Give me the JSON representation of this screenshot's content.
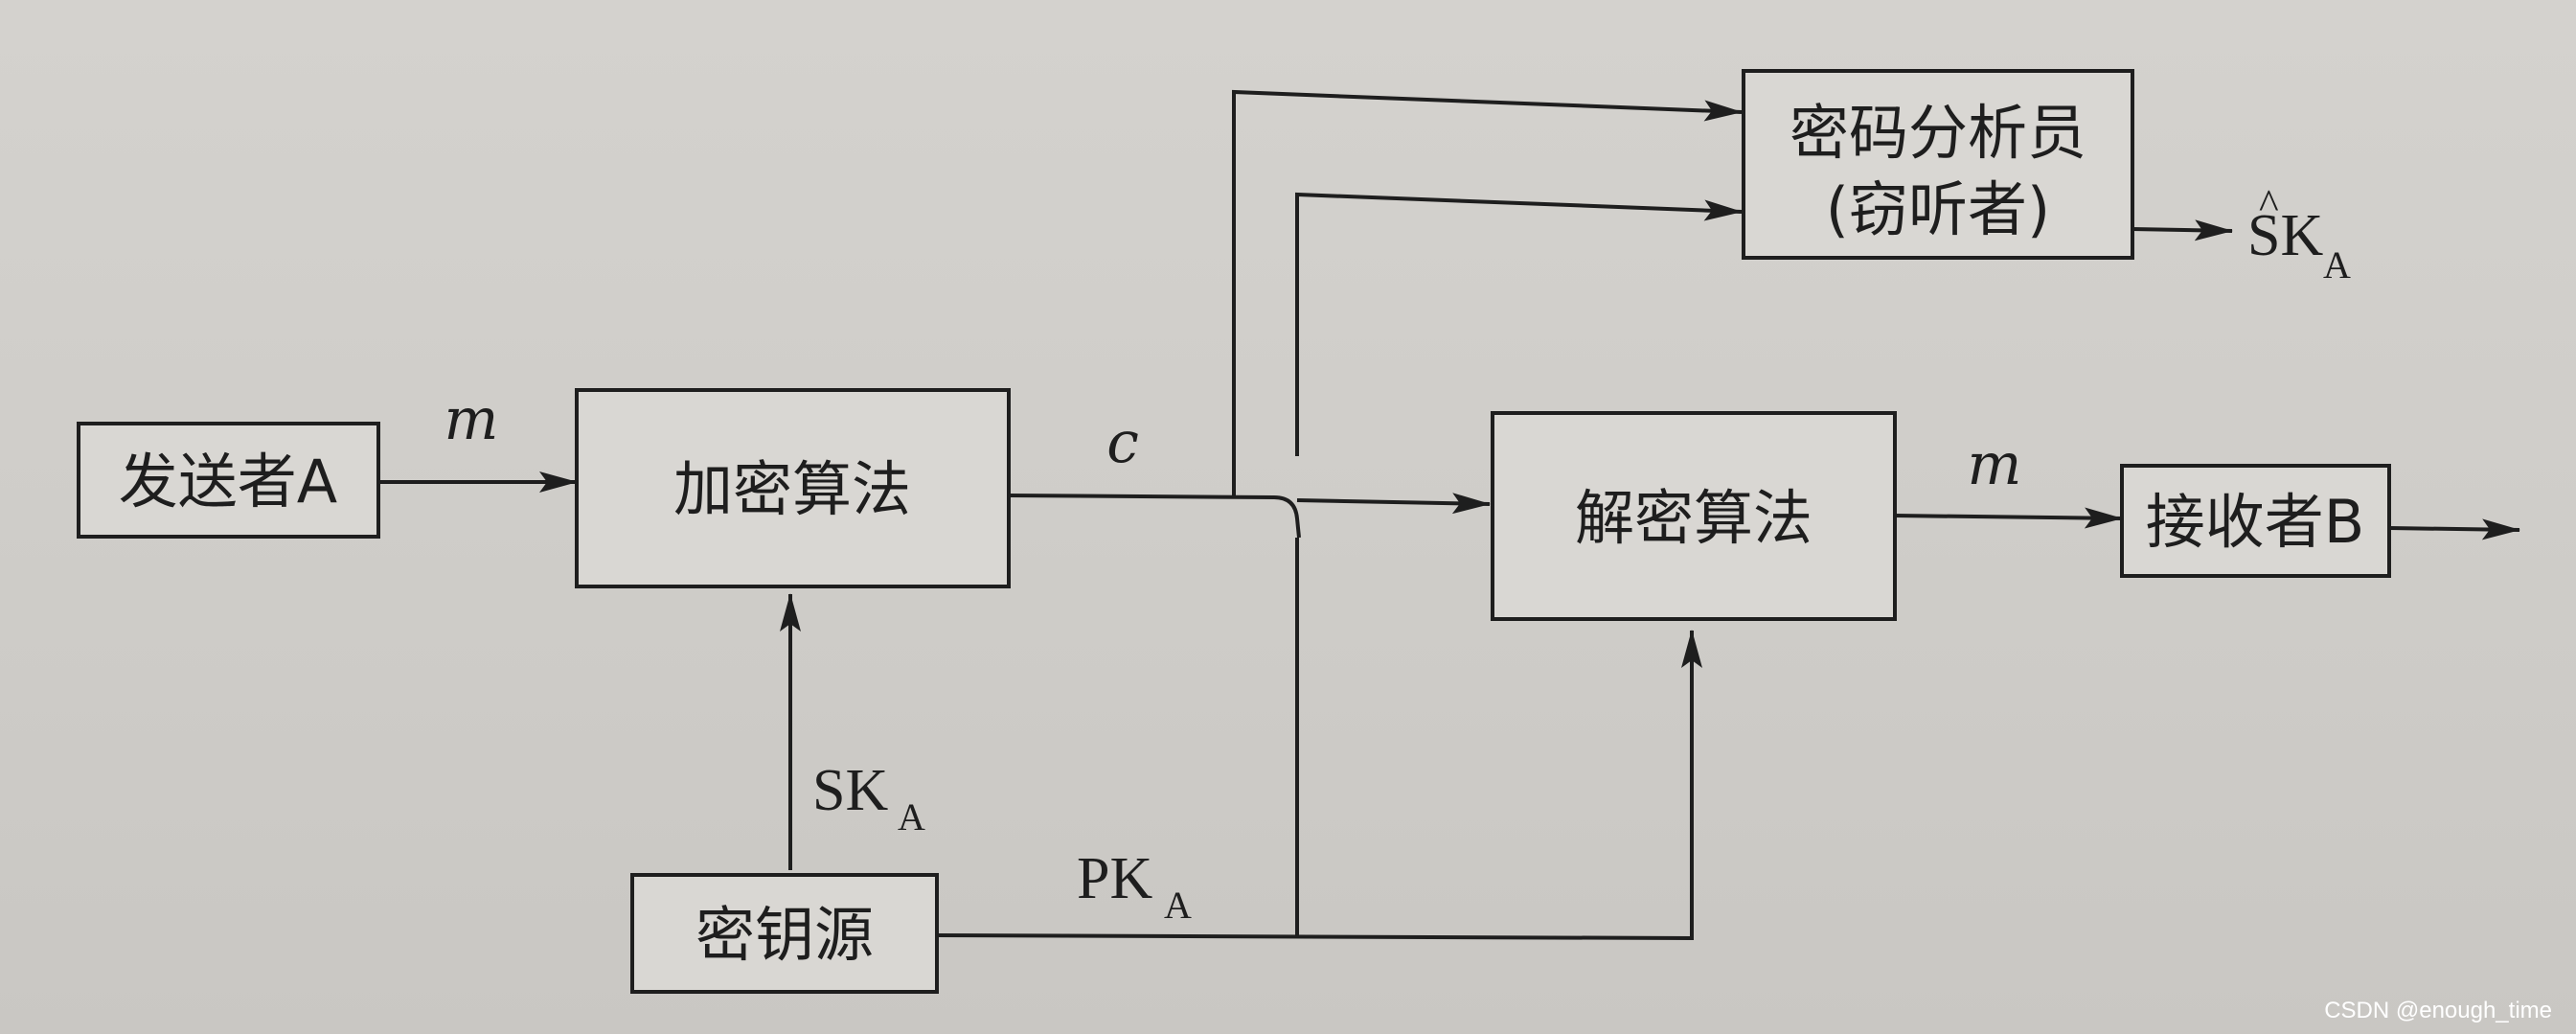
{
  "boxes": {
    "sender": "发送者A",
    "encrypt": "加密算法",
    "decrypt": "解密算法",
    "receiver": "接收者B",
    "key_source": "密钥源",
    "analyst_line1": "密码分析员",
    "analyst_line2": "(窃听者)"
  },
  "labels": {
    "message_in": "m",
    "ciphertext": "c",
    "message_out": "m",
    "secret_key": "SK",
    "secret_key_sub": "A",
    "public_key": "PK",
    "public_key_sub": "A",
    "estimated_key": "SK",
    "estimated_key_hat": "^",
    "estimated_key_sub": "A"
  },
  "watermark": "CSDN @enough_time"
}
